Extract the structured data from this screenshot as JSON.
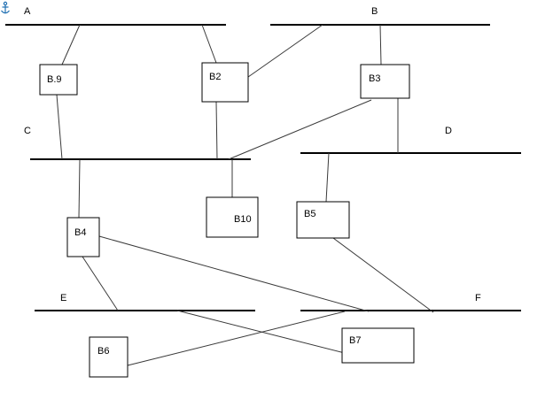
{
  "colors": {
    "line": "#3a3a3a",
    "bus": "#000000",
    "anchor": "#1f6fb2"
  },
  "anchor_icon": "anchor-icon",
  "segments": {
    "A": "A",
    "B": "B",
    "C": "C",
    "D": "D",
    "E": "E",
    "F": "F"
  },
  "bridges": {
    "b1": "B.9",
    "b2": "B2",
    "b3": "B3",
    "b4": "B4",
    "b5": "B5",
    "b6": "B6",
    "b7": "B7",
    "b10": "B10"
  }
}
